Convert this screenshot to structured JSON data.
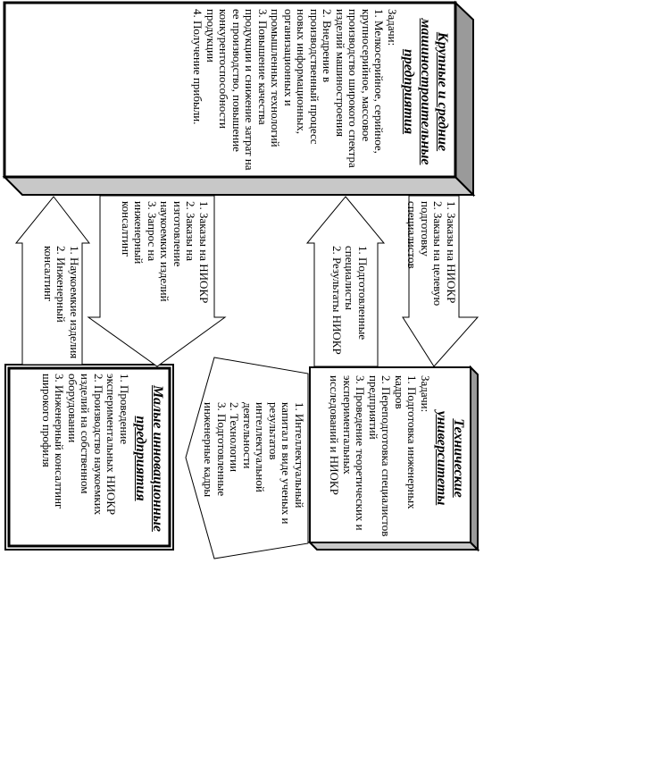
{
  "large_enterprises": {
    "title": "Крупные и средние машиностроительные предприятия",
    "tasks_heading": "Задачи:",
    "tasks": [
      "1. Мелкосерийное, серийное, крупносерийное, массовое производство широкого спектра изделий машиностроения",
      "2. Внедрение в производственный процесс новых информационных, организационных и промышленных технологий",
      "3. Повышение качества продукции и снижение затрат на ее производство, повышение конкурентоспособности продукции",
      "4. Получение прибыли."
    ]
  },
  "technical_universities": {
    "title": "Технические университеты",
    "tasks_heading": "Задачи:",
    "tasks": [
      "1. Подготовка инженерных кадров",
      "2. Переподготовка специалистов предприятий",
      "3. Проведение теоретических и экспериментальных исследований и НИОКР"
    ]
  },
  "small_enterprises": {
    "title": "Малые инновационные предприятия",
    "tasks": [
      "1. Проведение экспериментальных НИОКР",
      "2. Производство наукоемких изделий на собственном оборудовании",
      "3. Инженерный консалтинг широкого профиля"
    ]
  },
  "arrows": {
    "large_to_university": [
      "1. Заказы на НИОКР",
      "2. Заказы на целевую подготовку специалистов"
    ],
    "university_to_large": [
      "1. Подготовленные специалисты",
      "2. Результаты НИОКР"
    ],
    "large_to_small": [
      "1. Заказы на НИОКР",
      "2. Заказы на изготовление наукоемких изделий",
      "3. Запрос на инженерный консалтинг"
    ],
    "small_to_large": [
      "1. Наукоемкие изделия",
      "2. Инженерный консалтинг"
    ],
    "university_to_small": [
      "1. Интеллектуальный капитал в виде ученых и результатов интеллектуальной деятельности",
      "2. Технологии",
      "3. Подготовленные инженерные кадры"
    ]
  }
}
